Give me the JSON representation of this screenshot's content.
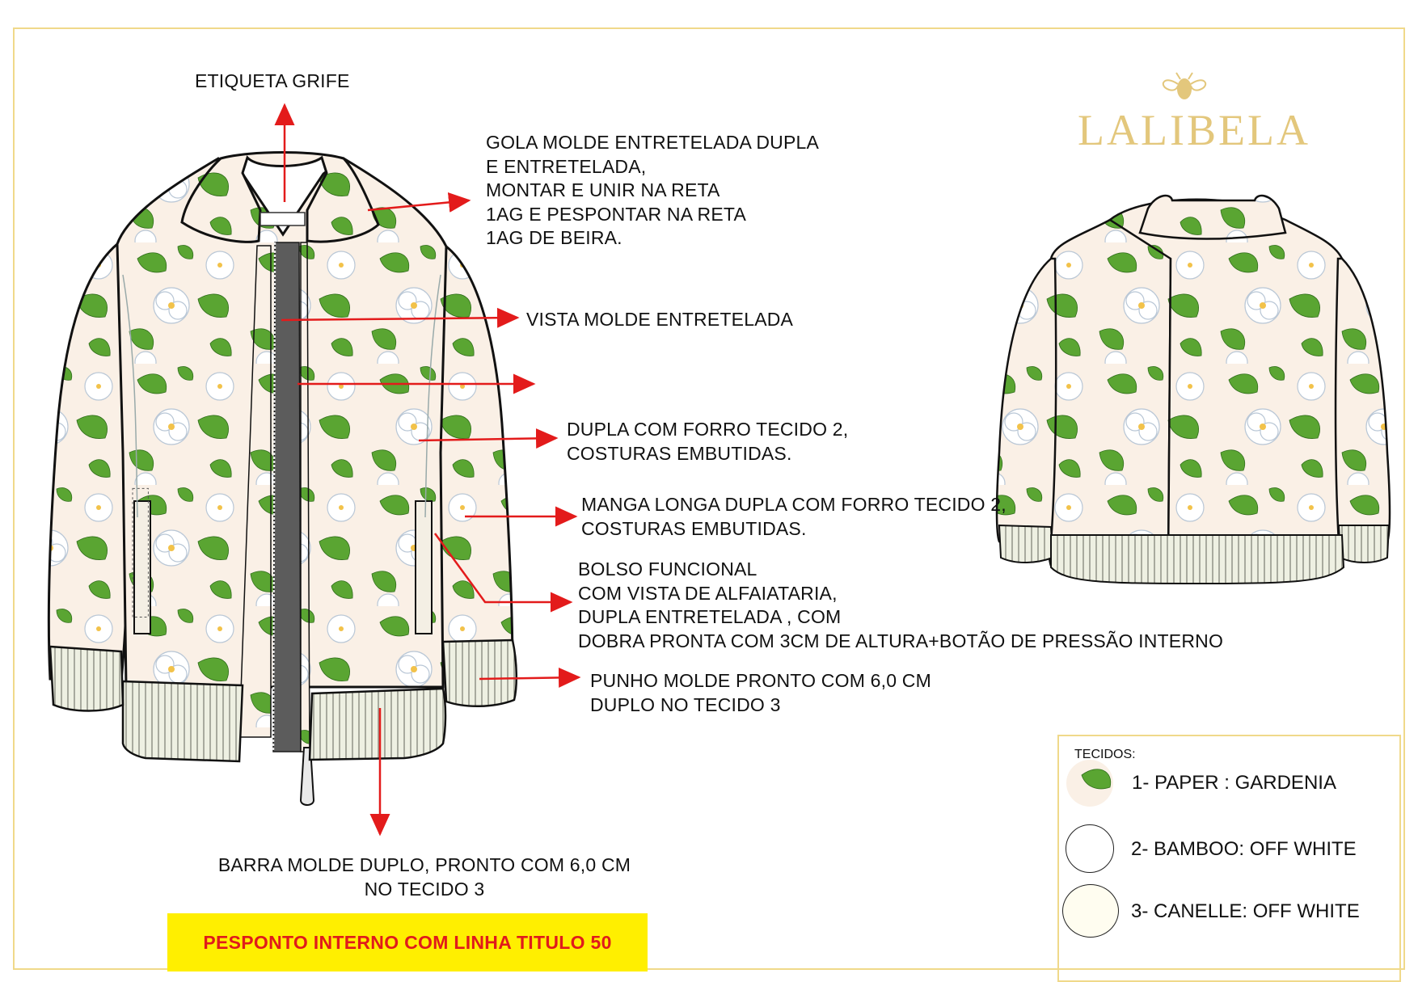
{
  "brand": {
    "name": "LALIBELA",
    "logo": "bee-logo-icon",
    "color": "#e3c77c"
  },
  "annotations": {
    "etiqueta": "ETIQUETA GRIFE",
    "gola": "GOLA MOLDE ENTRETELADA DUPLA\nE ENTRETELADA,\nMONTAR E UNIR NA RETA\n1AG E PESPONTAR NA RETA\n1AG DE BEIRA.",
    "vista": "VISTA MOLDE ENTRETELADA",
    "dupla": "DUPLA COM FORRO TECIDO 2,\nCOSTURAS EMBUTIDAS.",
    "manga": "MANGA LONGA DUPLA COM FORRO TECIDO 2,\nCOSTURAS EMBUTIDAS.",
    "bolso": "BOLSO FUNCIONAL\nCOM VISTA DE ALFAIATARIA,\nDUPLA ENTRETELADA , COM\nDOBRA PRONTA COM 3CM DE ALTURA+BOTÃO DE PRESSÃO INTERNO",
    "punho": "PUNHO MOLDE PRONTO COM 6,0 CM\nDUPLO NO TECIDO 3",
    "barra": "BARRA MOLDE DUPLO, PRONTO COM 6,0 CM\nNO TECIDO 3"
  },
  "banner": {
    "text": "PESPONTO INTERNO COM LINHA TITULO 50",
    "background": "#ffef00",
    "color": "#e01b1b"
  },
  "fabrics": {
    "title": "TECIDOS:",
    "items": [
      {
        "label": "1- PAPER : GARDENIA",
        "swatch": "floral-print",
        "color": "#f6ecdc"
      },
      {
        "label": "2- BAMBOO: OFF WHITE",
        "swatch": "plain",
        "color": "#ffffff"
      },
      {
        "label": "3- CANELLE: OFF WHITE",
        "swatch": "plain",
        "color": "#fffdf0"
      }
    ]
  },
  "colors": {
    "arrow": "#e31b1b",
    "frame": "#f0d98a",
    "fabric_base": "#faf0e6",
    "leaf": "#4e9a2c",
    "zipper": "#5c5c5c"
  }
}
